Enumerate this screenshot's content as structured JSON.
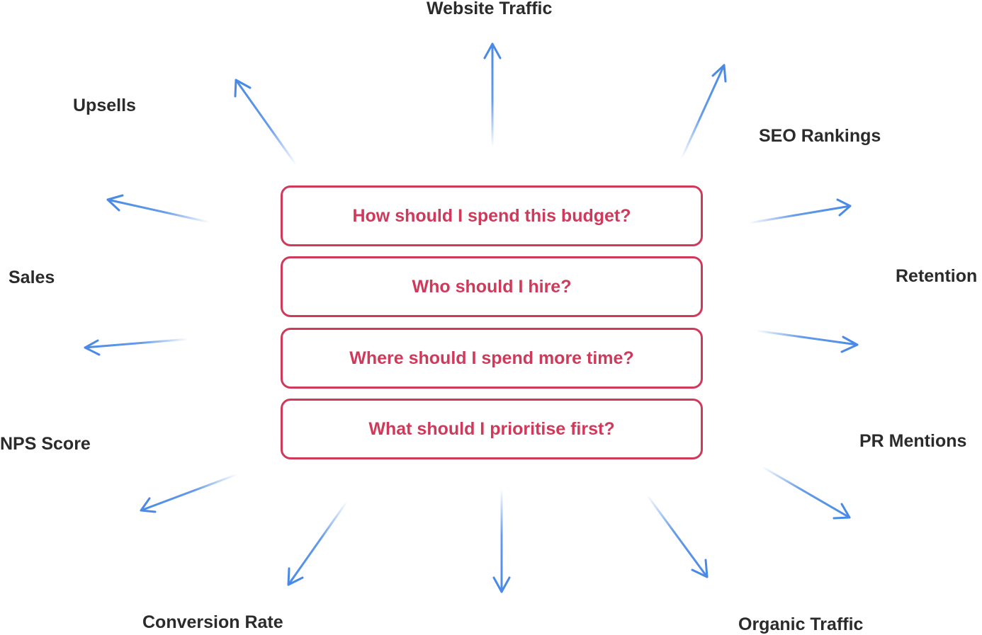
{
  "questions": [
    "How should I spend this budget?",
    "Who should I hire?",
    "Where should I spend more time?",
    "What should I prioritise first?"
  ],
  "metrics": {
    "website_traffic": "Website Traffic",
    "upsells": "Upsells",
    "seo_rankings": "SEO Rankings",
    "sales": "Sales",
    "retention": "Retention",
    "nps_score": "NPS Score",
    "pr_mentions": "PR Mentions",
    "conversion_rate": "Conversion Rate",
    "organic_traffic": "Organic Traffic"
  },
  "colors": {
    "question_accent": "#cf3a5b",
    "arrow": "#4a8ae6",
    "metric_text": "#2b2b2b"
  }
}
